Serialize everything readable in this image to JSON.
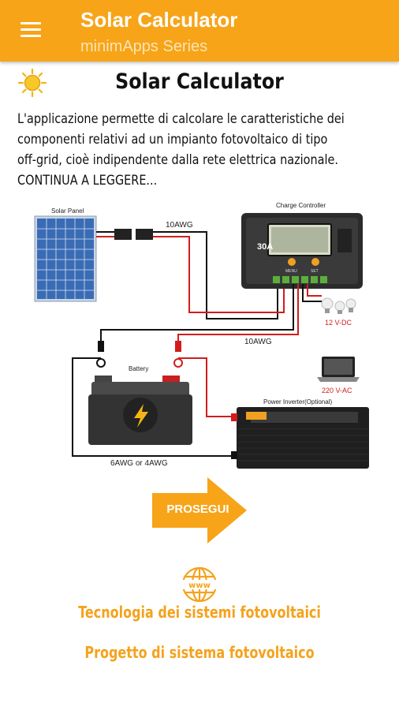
{
  "appbar": {
    "title": "Solar Calculator",
    "subtitle": "minimApps Series",
    "menu_icon": "hamburger-menu-icon",
    "color": "#f7a418"
  },
  "page": {
    "icon": "sun-icon",
    "title": "Solar Calculator",
    "intro_lines": [
      "L'applicazione permette di calcolare le caratteristiche dei",
      "componenti relativi ad un impianto fotovoltaico di tipo",
      "off-grid, cioè indipendente dalla rete elettrica nazionale.",
      "CONTINUA A LEGGERE..."
    ]
  },
  "diagram": {
    "solar_panel_label": "Solar Panel",
    "charge_controller_label": "Charge Controller",
    "controller_rating": "30A",
    "controller_buttons": [
      "MENU",
      "SET"
    ],
    "wire_top_label": "10AWG",
    "wire_mid_label": "10AWG",
    "load_label": "12 V-DC",
    "battery_label": "Battery",
    "laptop_label": "220 V-AC",
    "inverter_label": "Power Inverter(Optional)",
    "wire_bottom_label": "6AWG or 4AWG"
  },
  "actions": {
    "proceed_label": "PROSEGUI",
    "web_icon": "www-globe-icon",
    "links": [
      "Tecnologia dei sistemi fotovoltaici",
      "Progetto di sistema fotovoltaico"
    ]
  },
  "colors": {
    "accent": "#f7a418",
    "link": "#f5a21d",
    "wire_red": "#d21c1c"
  }
}
